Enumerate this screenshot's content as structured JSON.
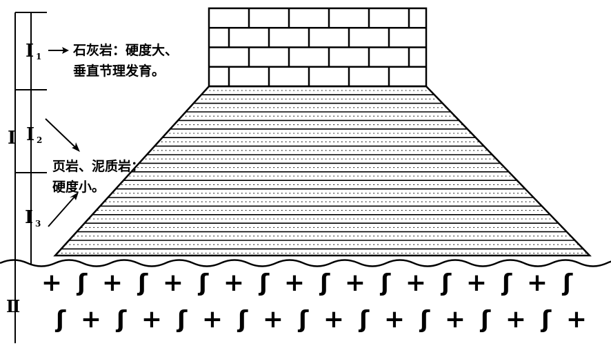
{
  "strata": {
    "group_I": "I",
    "group_II": "Ⅱ",
    "layer_I1": {
      "main": "I",
      "sub": "1"
    },
    "layer_I2": {
      "main": "I",
      "sub": "2"
    },
    "layer_I3": {
      "main": "I",
      "sub": "3"
    }
  },
  "annotations": {
    "limestone_line1": "石灰岩：硬度大、",
    "limestone_line2": "垂直节理发育。",
    "shale_line1": "页岩、泥质岩：",
    "shale_line2": "硬度小。"
  },
  "basement_symbols": {
    "plus": "+",
    "wave": "ʃ"
  }
}
